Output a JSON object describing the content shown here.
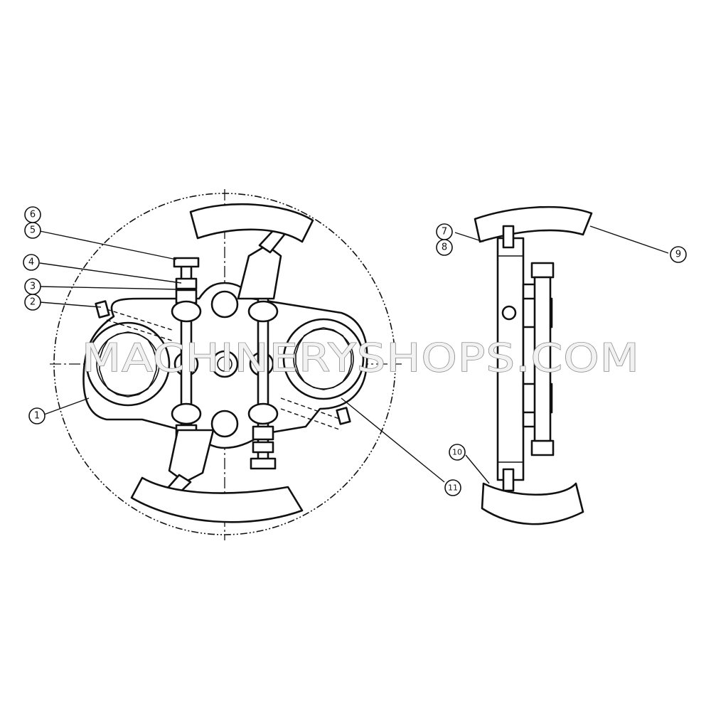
{
  "callouts": [
    {
      "label": "1"
    },
    {
      "label": "2"
    },
    {
      "label": "3"
    },
    {
      "label": "4"
    },
    {
      "label": "5"
    },
    {
      "label": "6"
    },
    {
      "label": "7"
    },
    {
      "label": "8"
    },
    {
      "label": "9"
    },
    {
      "label": "10"
    },
    {
      "label": "11"
    }
  ],
  "watermark": "MACHINERYSHOPS.COM"
}
